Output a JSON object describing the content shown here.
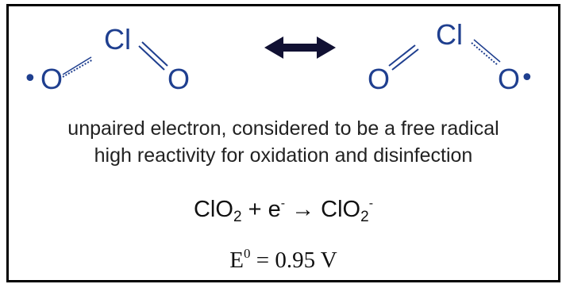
{
  "structures": {
    "left": {
      "radical_dot": "•",
      "oxygen_left": "O",
      "chlorine": "Cl",
      "oxygen_right": "O"
    },
    "right": {
      "oxygen_left": "O",
      "chlorine": "Cl",
      "oxygen_right": "O",
      "radical_dot": "•"
    },
    "colors": {
      "atoms": "#1f3f8f",
      "arrow": "#111133"
    }
  },
  "description": {
    "line1": "unpaired electron, considered to be a free radical",
    "line2": "high reactivity for oxidation and disinfection"
  },
  "equation": {
    "reactant": "ClO",
    "reactant_sub": "2",
    "plus": " + e",
    "electron_sup": "-",
    "arrow": " → ",
    "product": "ClO",
    "product_sub": "2",
    "product_sup": "-"
  },
  "potential": {
    "symbol": "E",
    "sup": "0",
    "value": " = 0.95 V"
  }
}
